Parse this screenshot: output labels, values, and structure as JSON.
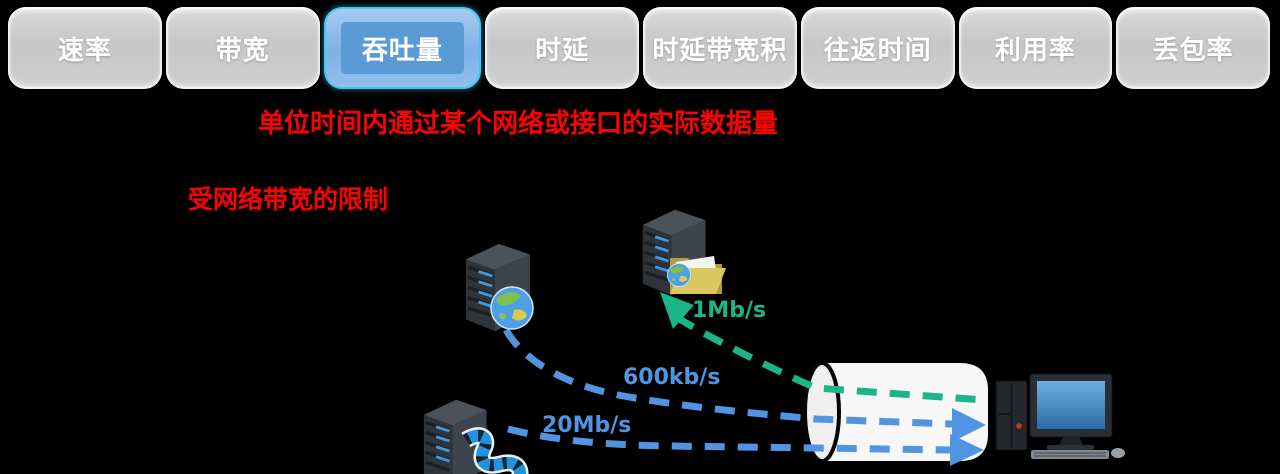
{
  "tabs": [
    {
      "label": "速率",
      "selected": false
    },
    {
      "label": "带宽",
      "selected": false
    },
    {
      "label": "吞吐量",
      "selected": true
    },
    {
      "label": "时延",
      "selected": false
    },
    {
      "label": "时延带宽积",
      "selected": false
    },
    {
      "label": "往返时间",
      "selected": false
    },
    {
      "label": "利用率",
      "selected": false
    },
    {
      "label": "丢包率",
      "selected": false
    }
  ],
  "notes": {
    "definition": "单位时间内通过某个网络或接口的实际数据量",
    "limitation": "受网络带宽的限制"
  },
  "diagram": {
    "flows": [
      {
        "id": "file-flow",
        "label": "1Mb/s",
        "color": "#1cb488",
        "style": "dashed-arrow",
        "from": "network-pipe",
        "to": "file-server"
      },
      {
        "id": "web-flow",
        "label": "600kb/s",
        "color": "#5094e2",
        "style": "dashed-arrow",
        "from": "web-server",
        "to": "network-pipe"
      },
      {
        "id": "video-flow",
        "label": "20Mb/s",
        "color": "#5094e2",
        "style": "dashed-arrow",
        "from": "video-server",
        "to": "network-pipe"
      }
    ],
    "icons": [
      "web-server-icon",
      "file-server-icon",
      "video-server-icon",
      "globe-icon",
      "folder-icon",
      "filmstrip-icon",
      "network-pipe-icon",
      "desktop-computer-icon"
    ]
  },
  "colors": {
    "background": "#000000",
    "note_text": "#ff0000",
    "tab_text": "#ffffff",
    "tab_bg": "#cdcdcd",
    "selected_tab_fill": "#5b9bd5",
    "selected_tab_border": "#3fc8f2",
    "green_flow": "#1cb488",
    "blue_flow": "#5094e2"
  }
}
